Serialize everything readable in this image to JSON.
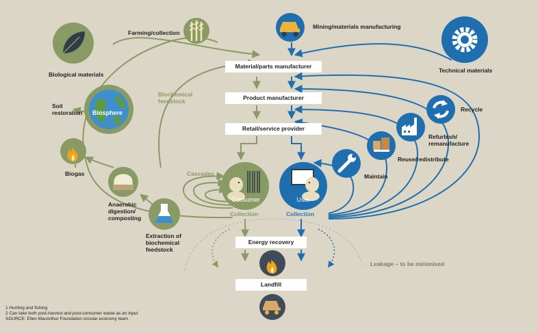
{
  "colors": {
    "background": "#dcd6c6",
    "biological": "#8a9a64",
    "technical": "#1f6fb0",
    "dark_icon": "#3e4b58",
    "box": "#ffffff"
  },
  "process_boxes": {
    "material_parts_manufacturer": "Material/parts manufacturer",
    "product_manufacturer": "Product manufacturer",
    "retail_service_provider": "Retail/service provider",
    "energy_recovery": "Energy recovery",
    "landfill": "Landfill"
  },
  "biological_side": {
    "biological_materials": "Biological materials",
    "farming_collection": "Farming/collection",
    "biochemical_feedstock": "Biochemical feedstock",
    "biosphere": "Biosphere",
    "soil_restoration": "Soil restoration",
    "biogas": "Biogas",
    "anaerobic_digestion": "Anaerobic digestion/ composting",
    "extraction": "Extraction of biochemical feedstock",
    "cascades": "Cascades",
    "consumer": "Consumer",
    "collection": "Collection"
  },
  "technical_side": {
    "mining": "Mining/materials manufacturing",
    "technical_materials": "Technical materials",
    "recycle": "Recycle",
    "refurbish": "Refurbish/ remanufacture",
    "reuse": "Reuse/redistribute",
    "maintain": "Maintain",
    "user": "User",
    "collection": "Collection"
  },
  "leakage": "Leakage – to be minimised",
  "footnotes": [
    "1 Hunting and fishing",
    "2 Can take both post-harvest and post-consumer waste as an input",
    "SOURCE: Ellen MacArthur Foundation circular economy team"
  ],
  "icons": {
    "leaf": "leaf-icon",
    "crops": "wheat-and-fish-icon",
    "mining": "mining-truck-icon",
    "gear": "gear-icon",
    "globe": "globe-icon",
    "fire": "flame-icon",
    "digester": "digester-icon",
    "flask": "flask-icon",
    "barcode": "barcode-icon",
    "screen": "computer-screen-icon",
    "wrench": "wrench-icon",
    "boxes": "boxes-icon",
    "factory": "factory-icon",
    "recycle": "recycle-arrows-icon",
    "landfill": "landfill-truck-icon"
  }
}
